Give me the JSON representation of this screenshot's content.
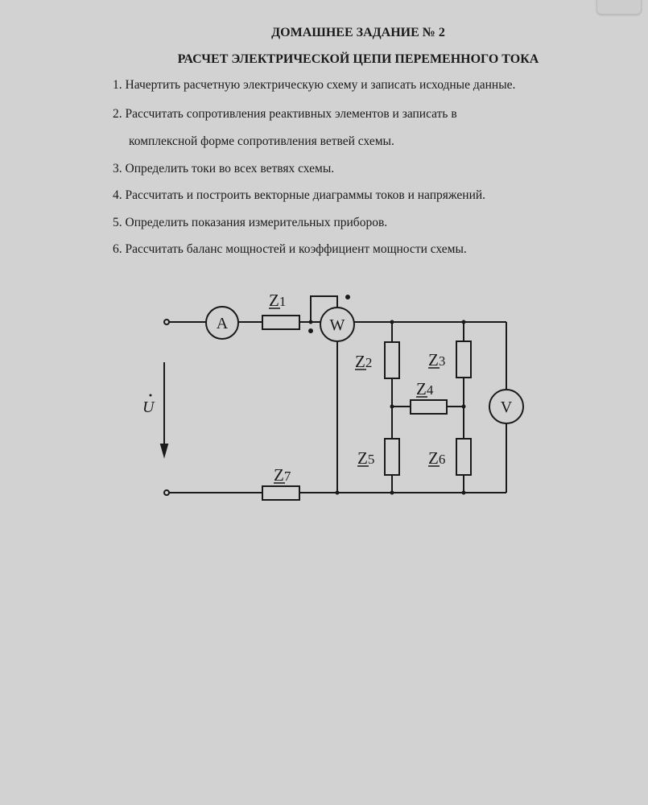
{
  "header": {
    "title": "ДОМАШНЕЕ ЗАДАНИЕ № 2",
    "subtitle": "РАСЧЕТ ЭЛЕКТРИЧЕСКОЙ ЦЕПИ ПЕРЕМЕННОГО ТОКА"
  },
  "tasks": [
    "1. Начертить расчетную электрическую схему и записать исходные данные.",
    "2. Рассчитать сопротивления реактивных элементов и записать в",
    "комплексной форме сопротивления ветвей схемы.",
    "3. Определить токи во всех ветвях схемы.",
    "4. Рассчитать и построить векторные диаграммы токов и напряжений.",
    "5. Определить показания измерительных приборов.",
    "6. Рассчитать баланс мощностей и коэффициент мощности схемы."
  ],
  "circuit": {
    "ammeter": "A",
    "wattmeter": "W",
    "voltmeter": "V",
    "voltage": "U",
    "z": {
      "z1": "1",
      "z2": "2",
      "z3": "3",
      "z4": "4",
      "z5": "5",
      "z6": "6",
      "z7": "7"
    },
    "z_letter": "Z"
  }
}
